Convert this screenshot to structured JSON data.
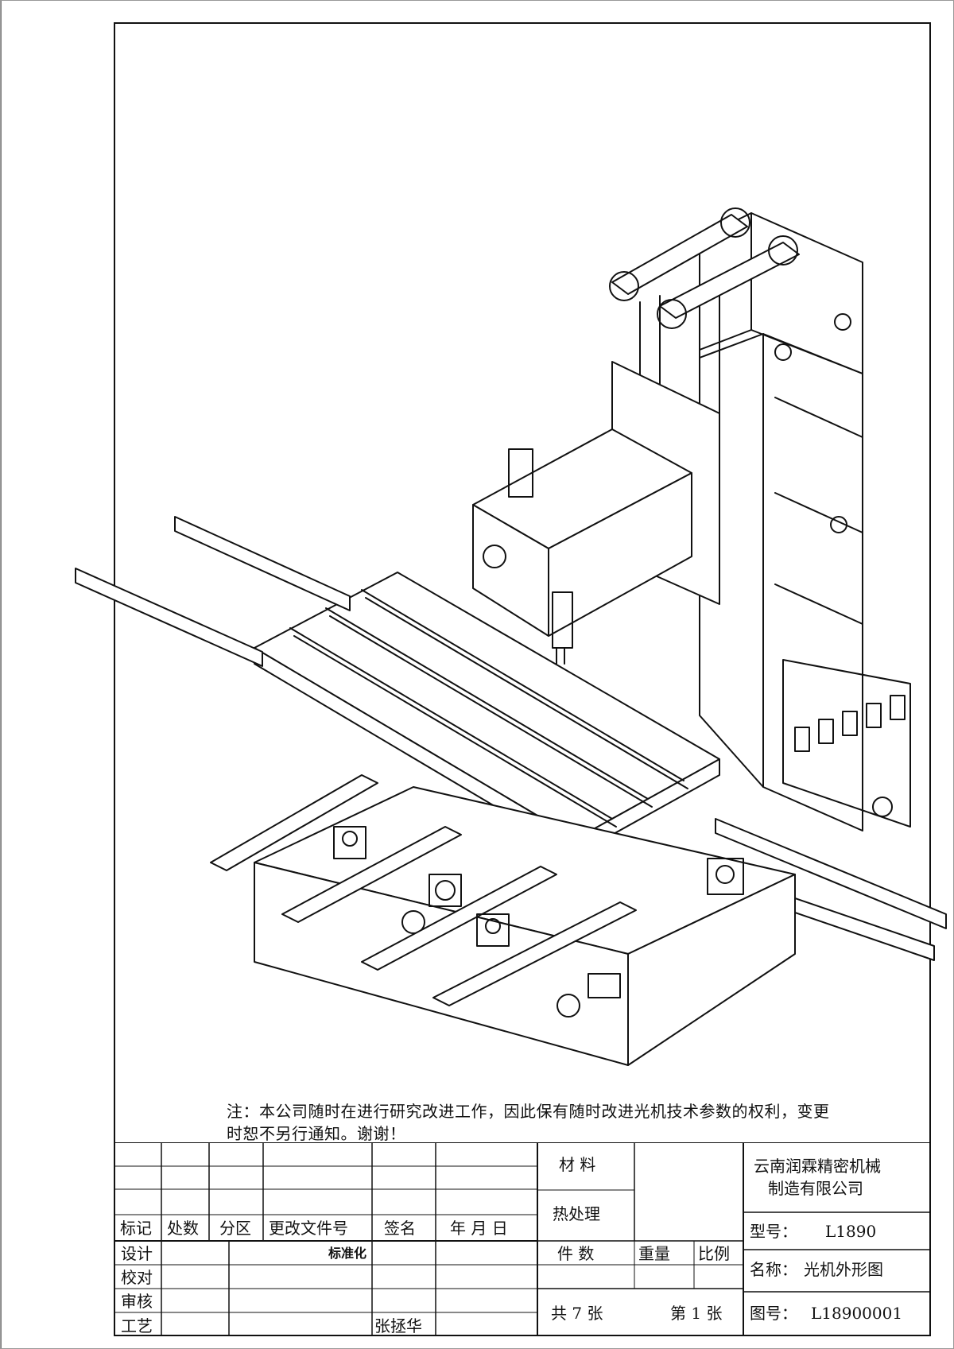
{
  "note": {
    "line1": "注：本公司随时在进行研究改进工作，因此保有随时改进光机技术参数的权利，变更",
    "line2": "时恕不另行通知。谢谢！"
  },
  "title_block": {
    "materials_label": "材 料",
    "heat_treatment_label": "热处理",
    "company_line1": "云南润霖精密机械",
    "company_line2": "制造有限公司",
    "model_label": "型号：",
    "model_value": "L1890",
    "name_label": "名称：",
    "name_value": "光机外形图",
    "drawing_no_label": "图号：",
    "drawing_no_value": "L18900001",
    "revision_headers": [
      "标记",
      "处数",
      "分区",
      "更改文件号",
      "签名",
      "年 月 日"
    ],
    "roles": [
      "设计",
      "校对",
      "审核",
      "工艺"
    ],
    "standardization_label": "标准化",
    "signer": "张拯华",
    "quantity_label": "件  数",
    "weight_label": "重量",
    "scale_label": "比例",
    "sheets_total": "共 7 张",
    "sheet_number": "第 1 张"
  }
}
